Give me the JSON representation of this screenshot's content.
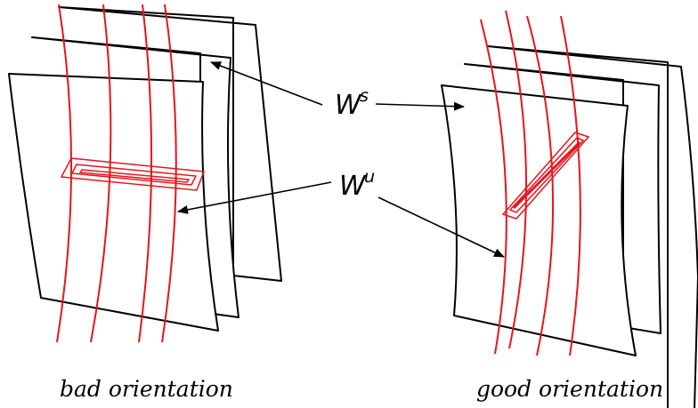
{
  "labels": {
    "stable_symbol": "W",
    "stable_superscript": "s",
    "unstable_symbol": "W",
    "unstable_superscript": "u"
  },
  "captions": {
    "left": "bad orientation",
    "right": "good orientation"
  },
  "colors": {
    "leaf": "#e8141c",
    "outline": "#000000"
  }
}
